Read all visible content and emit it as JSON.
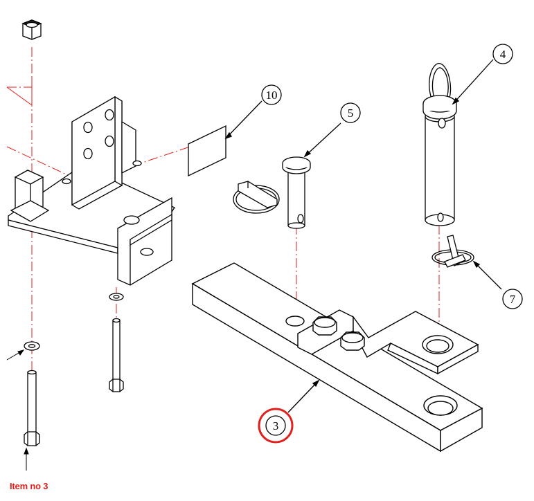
{
  "caption": {
    "text": "Item no 3",
    "color": "#e0201c"
  },
  "balloons": {
    "b10": "10",
    "b5": "5",
    "b4": "4",
    "b3": "3",
    "b7": "7"
  },
  "highlight": {
    "item": "3",
    "color": "#e0201c"
  },
  "colors": {
    "line": "#000000",
    "centerline": "#e0201c"
  }
}
